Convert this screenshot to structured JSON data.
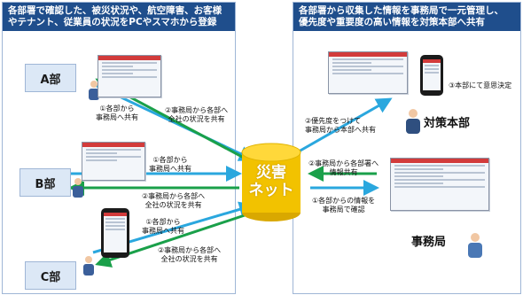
{
  "left_panel": {
    "header_line1": "各部署で確認した、被災状況や、航空障害、お客様",
    "header_line2": "やテナント、従業員の状況をPCやスマホから登録"
  },
  "right_panel": {
    "header_line1": "各部署から収集した情報を事務局で一元管理し、",
    "header_line2": "優先度や重要度の高い情報を対策本部へ共有"
  },
  "departments": {
    "a": "A部",
    "b": "B部",
    "c": "C部"
  },
  "center": {
    "line1": "災害",
    "line2": "ネット"
  },
  "notes": {
    "a_up_1": "①各部から",
    "a_up_2": "事務局へ共有",
    "a_down_1": "②事務局から各部へ",
    "a_down_2": "全社の状況を共有",
    "b_up_1": "①各部から",
    "b_up_2": "事務局へ共有",
    "b_down_1": "②事務局から各部へ",
    "b_down_2": "全社の状況を共有",
    "c_up_1": "①各部から",
    "c_up_2": "事務局へ共有",
    "c_down_1": "②事務局から各部へ",
    "c_down_2": "全社の状況を共有",
    "hq_decide": "③本部にて意思決定",
    "priority_1": "②優先度をつけて",
    "priority_2": "事務局から本部へ共有",
    "sec_to_dept_1": "②事務局から各部署へ",
    "sec_to_dept_2": "情報共有",
    "sec_confirm_1": "①各部からの情報を",
    "sec_confirm_2": "事務局で確認"
  },
  "roles": {
    "hq": "対策本部",
    "secretariat": "事務局"
  },
  "colors": {
    "header_bg": "#1f4e8c",
    "arrow_blue": "#2aa7de",
    "arrow_green": "#1aa04a",
    "cylinder": "#f2c200",
    "cylinder_text": "#ffffff"
  }
}
